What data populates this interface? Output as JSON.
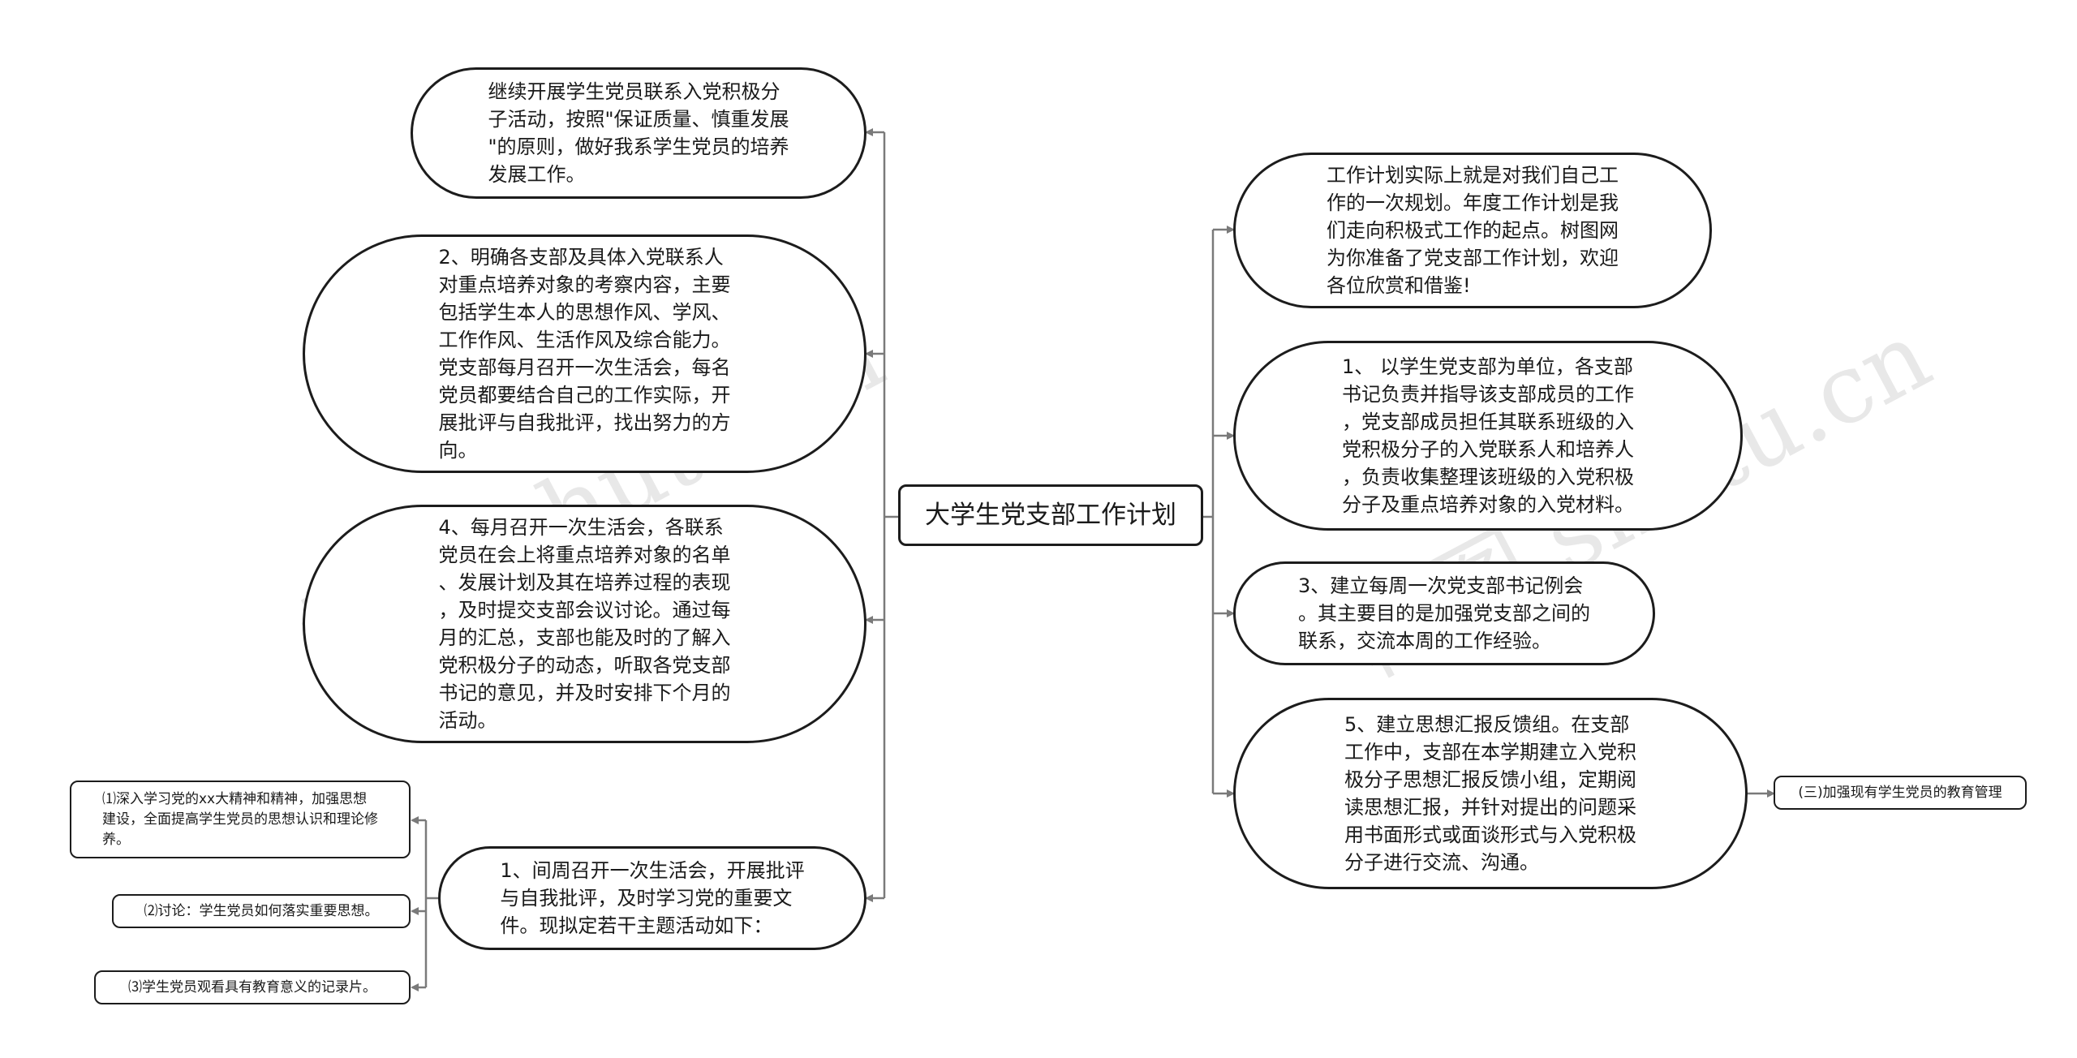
{
  "watermarks": [
    "树图 shutu.cn",
    "树图 shutu.cn"
  ],
  "root": {
    "label": "大学生党支部工作计划"
  },
  "left_nodes": [
    {
      "text": "继续开展学生党员联系入党积极分\n子活动，按照\"保证质量、慎重发展\n\"的原则，做好我系学生党员的培养\n发展工作。"
    },
    {
      "text": "2、明确各支部及具体入党联系人\n对重点培养对象的考察内容，主要\n包括学生本人的思想作风、学风、\n工作作风、生活作风及综合能力。\n党支部每月召开一次生活会，每名\n党员都要结合自己的工作实际，开\n展批评与自我批评，找出努力的方\n向。"
    },
    {
      "text": "4、每月召开一次生活会，各联系\n党员在会上将重点培养对象的名单\n、发展计划及其在培养过程的表现\n，及时提交支部会议讨论。通过每\n月的汇总，支部也能及时的了解入\n党积极分子的动态，听取各党支部\n书记的意见，并及时安排下个月的\n活动。"
    },
    {
      "text": "1、间周召开一次生活会，开展批评\n与自我批评，及时学习党的重要文\n件。现拟定若干主题活动如下："
    }
  ],
  "sub_nodes": [
    {
      "text": "⑴深入学习党的xx大精神和精神，加强思想\n建设，全面提高学生党员的思想认识和理论修\n养。"
    },
    {
      "text": "⑵讨论：学生党员如何落实重要思想。"
    },
    {
      "text": "⑶学生党员观看具有教育意义的记录片。"
    }
  ],
  "right_nodes": [
    {
      "text": "工作计划实际上就是对我们自己工\n作的一次规划。年度工作计划是我\n们走向积极式工作的起点。树图网\n为你准备了党支部工作计划，欢迎\n各位欣赏和借鉴!"
    },
    {
      "text": "1、 以学生党支部为单位，各支部\n书记负责并指导该支部成员的工作\n，党支部成员担任其联系班级的入\n党积极分子的入党联系人和培养人\n，负责收集整理该班级的入党积极\n分子及重点培养对象的入党材料。"
    },
    {
      "text": "3、建立每周一次党支部书记例会\n。其主要目的是加强党支部之间的\n联系，交流本周的工作经验。"
    },
    {
      "text": "5、建立思想汇报反馈组。在支部\n工作中，支部在本学期建立入党积\n极分子思想汇报反馈小组，定期阅\n读思想汇报，并针对提出的问题采\n用书面形式或面谈形式与入党积极\n分子进行交流、沟通。"
    }
  ],
  "far_right_node": {
    "text": "(三)加强现有学生党员的教育管理"
  },
  "colors": {
    "line": "#7a7a7a",
    "border": "#1c1c1c"
  }
}
